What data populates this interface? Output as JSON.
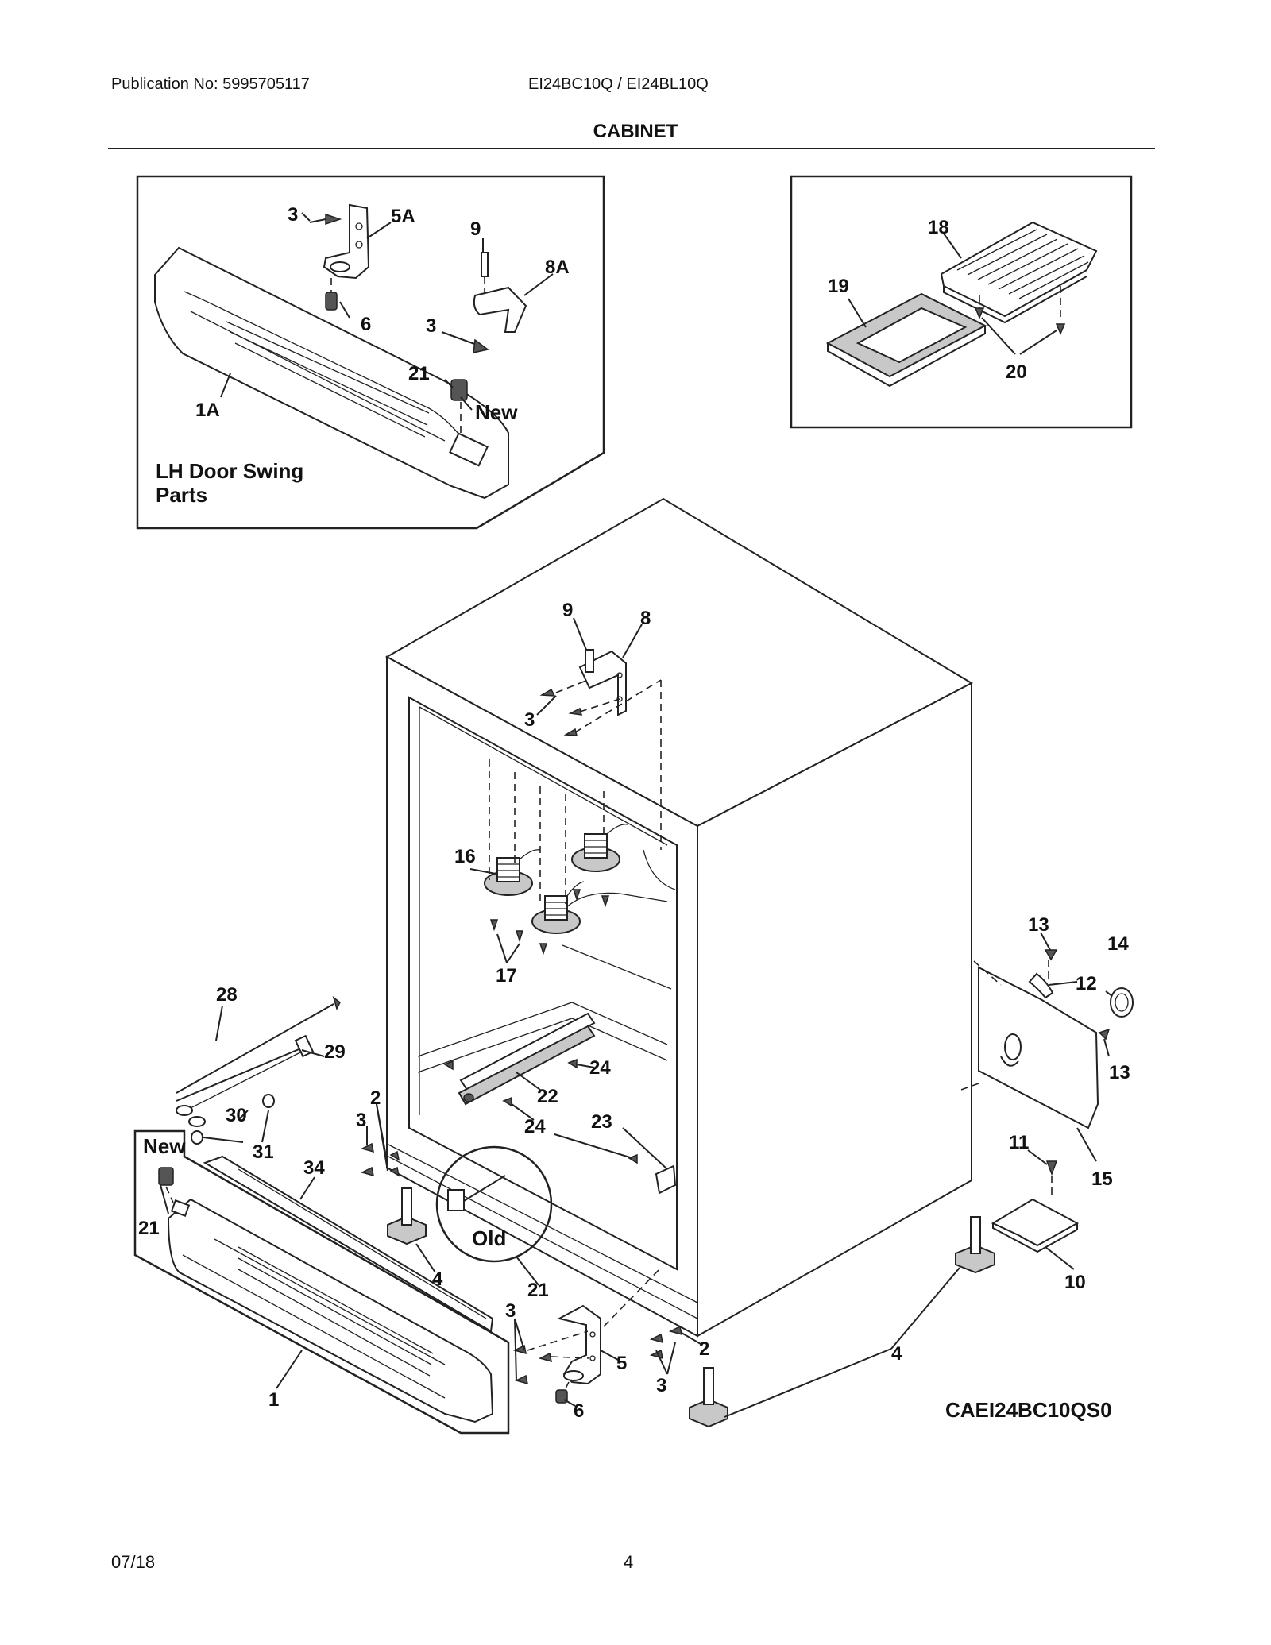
{
  "header": {
    "publication": "Publication No: 5995705117",
    "models": "EI24BC10Q / EI24BL10Q",
    "section_title": "CABINET"
  },
  "footer": {
    "date": "07/18",
    "page_number": "4"
  },
  "inset_lh_door": {
    "caption_line1": "LH Door Swing",
    "caption_line2": "Parts",
    "new_label": "New",
    "callouts": [
      "3",
      "5A",
      "9",
      "8A",
      "6",
      "3",
      "21",
      "1A"
    ]
  },
  "inset_grille": {
    "callouts": [
      "18",
      "19",
      "20"
    ]
  },
  "main": {
    "diagram_code": "CAEI24BC10QS0",
    "new_label": "New",
    "old_label": "Old",
    "callouts": {
      "c9": "9",
      "c8": "8",
      "c3_top": "3",
      "c16": "16",
      "c17": "17",
      "c13_top": "13",
      "c14": "14",
      "c12": "12",
      "c13_bot": "13",
      "c28": "28",
      "c29": "29",
      "c24_a": "24",
      "c22": "22",
      "c2_left": "2",
      "c30": "30",
      "c3_left": "3",
      "c24_b": "24",
      "c23": "23",
      "c31": "31",
      "c11": "11",
      "c15": "15",
      "c34": "34",
      "c21_left": "21",
      "c4_left": "4",
      "c10": "10",
      "c21_mid": "21",
      "c3_bot": "3",
      "c4_right": "4",
      "c2_right": "2",
      "c5": "5",
      "c3_right": "3",
      "c1": "1",
      "c6": "6"
    }
  }
}
